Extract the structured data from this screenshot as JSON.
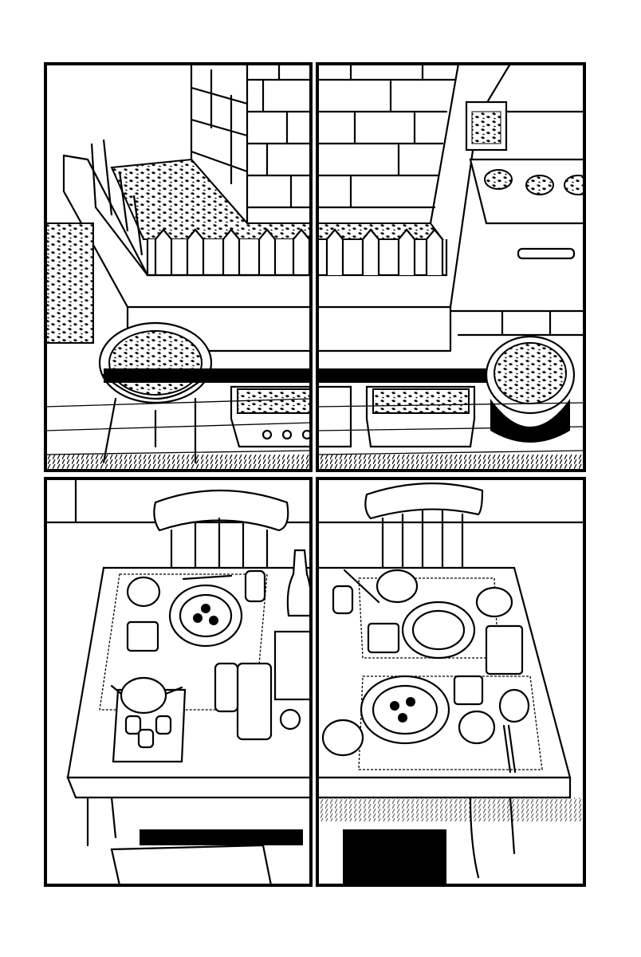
{
  "colors": {
    "ink": "#000000",
    "paper": "#ffffff"
  },
  "panels": [
    {
      "scene": "courtyard-left"
    },
    {
      "scene": "courtyard-right"
    },
    {
      "scene": "dining-table-left"
    },
    {
      "scene": "dining-table-right"
    }
  ]
}
